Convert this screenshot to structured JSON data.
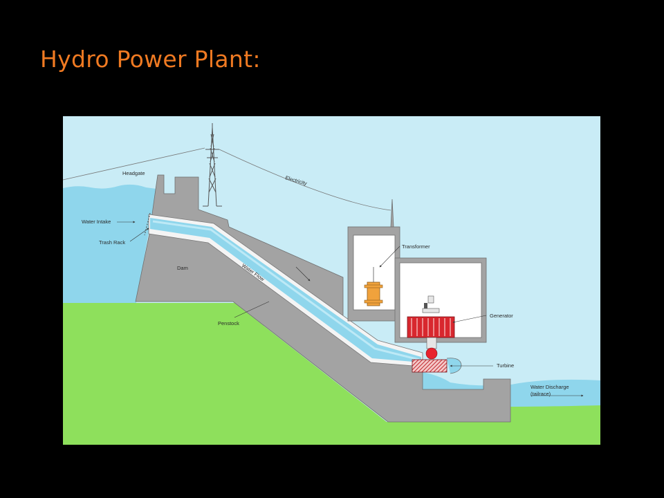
{
  "slide": {
    "title": "Hydro Power Plant:"
  },
  "diagram": {
    "labels": {
      "headgate": "Headgate",
      "water_intake": "Water Intake",
      "trash_rack": "Trash Rack",
      "dam": "Dam",
      "water_flow": "Water Flow",
      "penstock": "Penstock",
      "electricity": "Electricity",
      "transformer": "Transformer",
      "generator": "Generator",
      "turbine": "Turbine",
      "water_discharge": "Water Discharge",
      "tailrace": "(tailrace)"
    },
    "colors": {
      "sky": "#c9ecf6",
      "water": "#8fd6ec",
      "water_light": "#bde9f6",
      "ground": "#8ee05c",
      "concrete": "#a3a3a3",
      "building": "#ffffff",
      "generator": "#d8272e",
      "transformer": "#f0a23c",
      "title": "#f07a22"
    }
  }
}
